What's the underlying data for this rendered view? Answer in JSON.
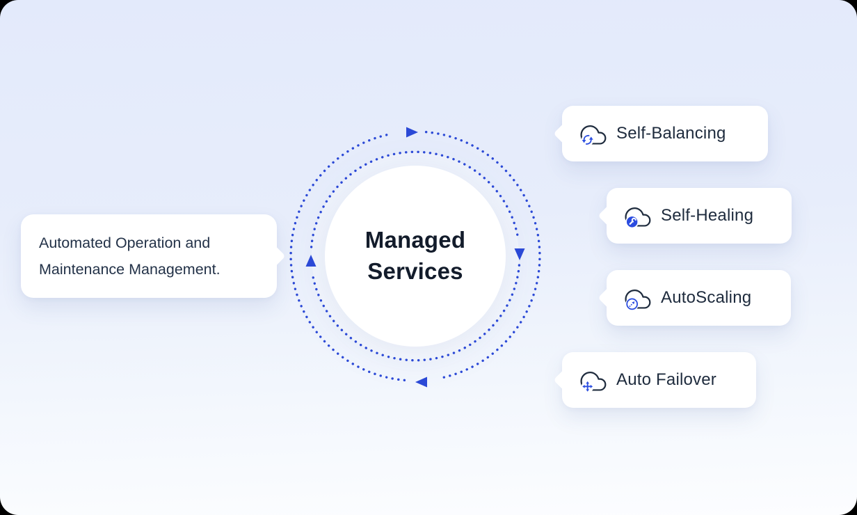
{
  "diagram": {
    "title": "Managed Services",
    "note": "Automated Operation and Maintenance Management.",
    "features": [
      {
        "label": "Self-Balancing",
        "icon": "cloud-sync-icon"
      },
      {
        "label": "Self-Healing",
        "icon": "cloud-wrench-icon"
      },
      {
        "label": "AutoScaling",
        "icon": "cloud-scale-icon"
      },
      {
        "label": "Auto Failover",
        "icon": "cloud-move-icon"
      }
    ],
    "colors": {
      "background_top": "#e3eafb",
      "background_bottom": "#fcfdff",
      "accent_blue": "#2b49d6",
      "icon_blue": "#2d4fe0",
      "cloud_outline": "#1f2c3e",
      "title_text": "#131c2b",
      "label_text": "#1e2b3d",
      "card_background": "#ffffff"
    }
  }
}
